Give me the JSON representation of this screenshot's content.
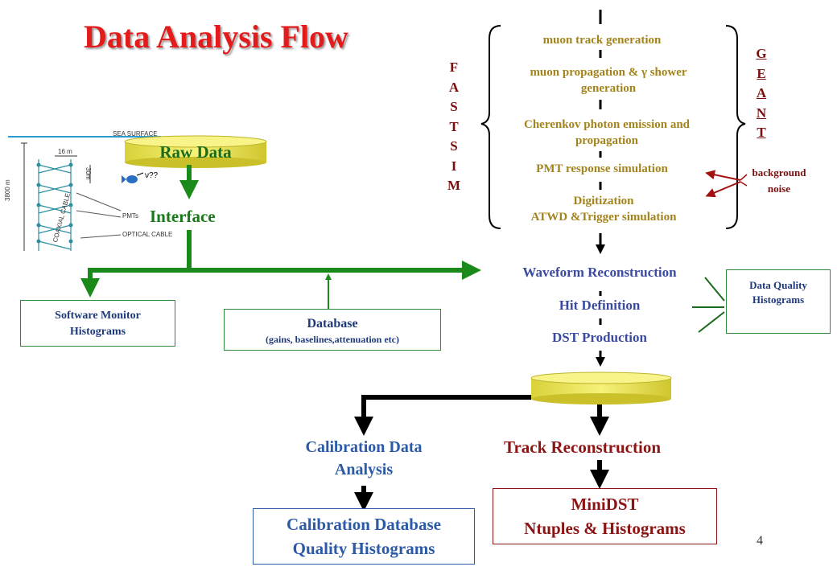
{
  "title": "Data Analysis Flow",
  "simulation": {
    "steps": [
      "muon track generation",
      "muon propagation & γ shower generation",
      "Cherenkov photon emission and propagation",
      "PMT response simulation",
      "Digitization\nATWD &Trigger simulation"
    ],
    "left_label": [
      "F",
      "A",
      "S",
      "T",
      "S",
      "I",
      "M"
    ],
    "right_label": [
      "G",
      "E",
      "A",
      "N",
      "T"
    ],
    "background_noise": "background\nnoise"
  },
  "detector_inset": {
    "sea_surface": "SEA SURFACE",
    "depth": "3800 m",
    "width": "16 m",
    "spacing": "30m",
    "coaxial_cable": "COAXIAL CABLE",
    "pmts": "PMTs",
    "optical_cable": "OPTICAL CABLE",
    "nu": "ν??"
  },
  "raw_data": "Raw Data",
  "interface": "Interface",
  "software_monitor": "Software Monitor\nHistograms",
  "database": {
    "title": "Database",
    "subtitle": "(gains, baselines,attenuation etc)"
  },
  "reconstruction": {
    "waveform": "Waveform Reconstruction",
    "hit": "Hit Definition",
    "dst": "DST Production"
  },
  "data_quality": "Data Quality\nHistograms",
  "calibration_analysis": "Calibration Data\nAnalysis",
  "track_reconstruction": "Track Reconstruction",
  "calibration_database": "Calibration Database\nQuality Histograms",
  "minidst": "MiniDST\nNtuples & Histograms",
  "page_number": "4",
  "colors": {
    "title": "#e31b1b",
    "green_flow": "#1a8a1a",
    "sim_text": "#a3841c",
    "dark_red": "#7a0f0f",
    "blue_text": "#3b4aa0",
    "cylinder_fill": "#f0ea5a"
  }
}
